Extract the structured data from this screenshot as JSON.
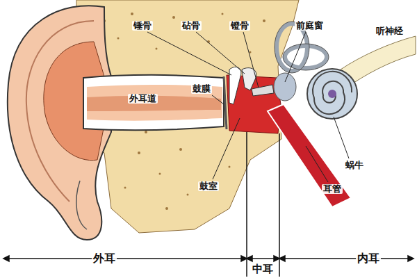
{
  "diagram": {
    "labels": [
      "锤骨",
      "砧骨",
      "镫骨",
      "前庭窗",
      "听神经",
      "外耳道",
      "鼓膜",
      "鼓室",
      "耳管",
      "蜗牛",
      "外耳",
      "中耳",
      "内耳"
    ]
  }
}
